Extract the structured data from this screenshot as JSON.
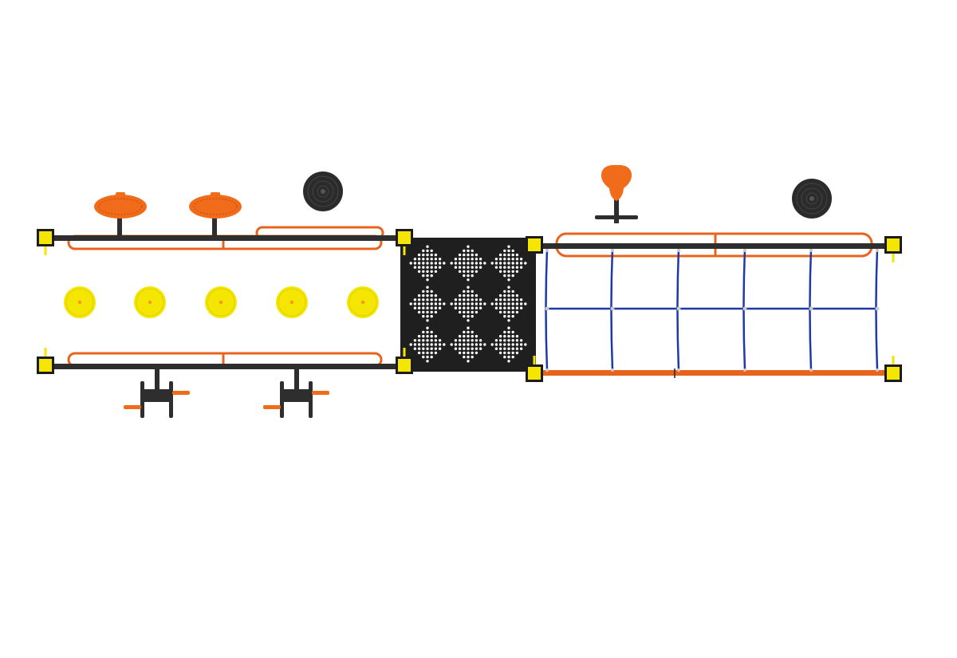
{
  "drawing": {
    "view": "top view",
    "colors": {
      "frame": "#2e2e2e",
      "post_cap": "#f4e600",
      "post_outline": "#1c1c1c",
      "handrail": "#e8641c",
      "seat": "#f06c1a",
      "stepping_disc": "#f5e600",
      "stepping_disc_center": "#f39a1e",
      "spinner": "#2b2b2b",
      "deck": "#1f1f1f",
      "deck_hole": "#ffffff",
      "net_rope": "#1f3aa8",
      "net_joint": "#c9c9c9"
    },
    "components": [
      {
        "id": "balance-section-left",
        "items": [
          "handrails",
          "stepping-discs",
          "seats",
          "pedal-stations"
        ]
      },
      {
        "id": "perforated-deck-platform",
        "items": [
          "perforated-panel"
        ]
      },
      {
        "id": "rope-net-bridge",
        "items": [
          "rope-net",
          "handrail",
          "bike-seat",
          "spinner-disc"
        ]
      }
    ],
    "counts": {
      "stepping_discs": 5,
      "oval_seats": 2,
      "pedal_stations": 2,
      "spinner_discs": 2,
      "posts": 8,
      "net_columns": 5,
      "net_rows": 2
    }
  }
}
